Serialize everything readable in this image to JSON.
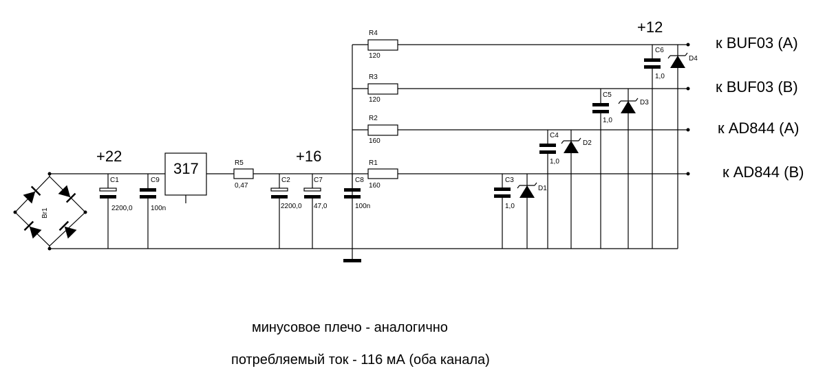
{
  "voltages": {
    "v22": "+22",
    "v16": "+16",
    "v12": "+12"
  },
  "regulator": "317",
  "bridge": "Br1",
  "resistors": {
    "r1": {
      "ref": "R1",
      "value": "160"
    },
    "r2": {
      "ref": "R2",
      "value": "160"
    },
    "r3": {
      "ref": "R3",
      "value": "120"
    },
    "r4": {
      "ref": "R4",
      "value": "120"
    },
    "r5": {
      "ref": "R5",
      "value": "0,47"
    }
  },
  "capacitors": {
    "c1": {
      "ref": "C1",
      "value": "2200,0"
    },
    "c2": {
      "ref": "C2",
      "value": "2200,0"
    },
    "c3": {
      "ref": "C3",
      "value": "1,0"
    },
    "c4": {
      "ref": "C4",
      "value": "1,0"
    },
    "c5": {
      "ref": "C5",
      "value": "1,0"
    },
    "c6": {
      "ref": "C6",
      "value": "1,0"
    },
    "c7": {
      "ref": "C7",
      "value": "47,0"
    },
    "c8": {
      "ref": "C8",
      "value": "100n"
    },
    "c9": {
      "ref": "C9",
      "value": "100n"
    }
  },
  "diodes": {
    "d1": "D1",
    "d2": "D2",
    "d3": "D3",
    "d4": "D4"
  },
  "outputs": {
    "buf03_a": "к BUF03  (A)",
    "buf03_b": "к BUF03  (B)",
    "ad844_a": "к AD844 (A)",
    "ad844_b": "к AD844 (B)"
  },
  "notes": {
    "line1": "минусовое плечо - аналогично",
    "line2": "потребляемый ток - 116 мА (оба канала)"
  }
}
